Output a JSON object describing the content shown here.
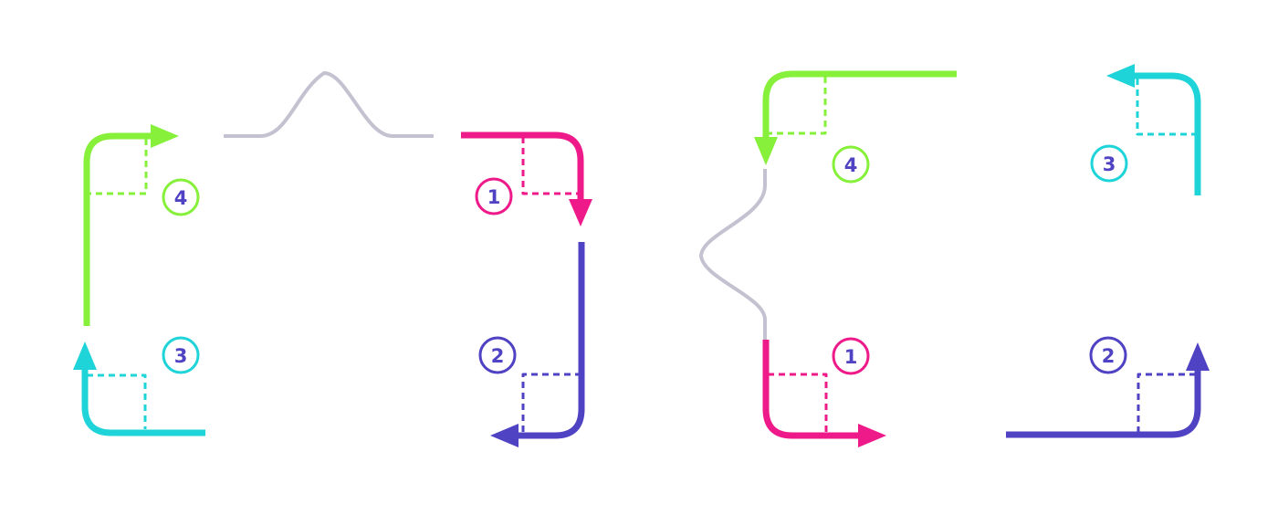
{
  "colors": {
    "background": "#ffffff",
    "corner_1": "#ee1a8a",
    "corner_2": "#4f42c3",
    "corner_3": "#1fd4d9",
    "corner_4": "#86f03a",
    "squiggle": "#c4c2d0"
  },
  "left_figure": {
    "corners": [
      {
        "label": "1",
        "color_key": "corner_1",
        "icon": "arrow-down-icon"
      },
      {
        "label": "2",
        "color_key": "corner_2",
        "icon": "arrow-left-icon"
      },
      {
        "label": "3",
        "color_key": "corner_3",
        "icon": "arrow-up-icon"
      },
      {
        "label": "4",
        "color_key": "corner_4",
        "icon": "arrow-right-icon"
      }
    ]
  },
  "right_figure": {
    "corners": [
      {
        "label": "1",
        "color_key": "corner_1",
        "icon": "arrow-right-icon"
      },
      {
        "label": "2",
        "color_key": "corner_2",
        "icon": "arrow-up-icon"
      },
      {
        "label": "3",
        "color_key": "corner_3",
        "icon": "arrow-left-icon"
      },
      {
        "label": "4",
        "color_key": "corner_4",
        "icon": "arrow-down-icon"
      }
    ]
  }
}
